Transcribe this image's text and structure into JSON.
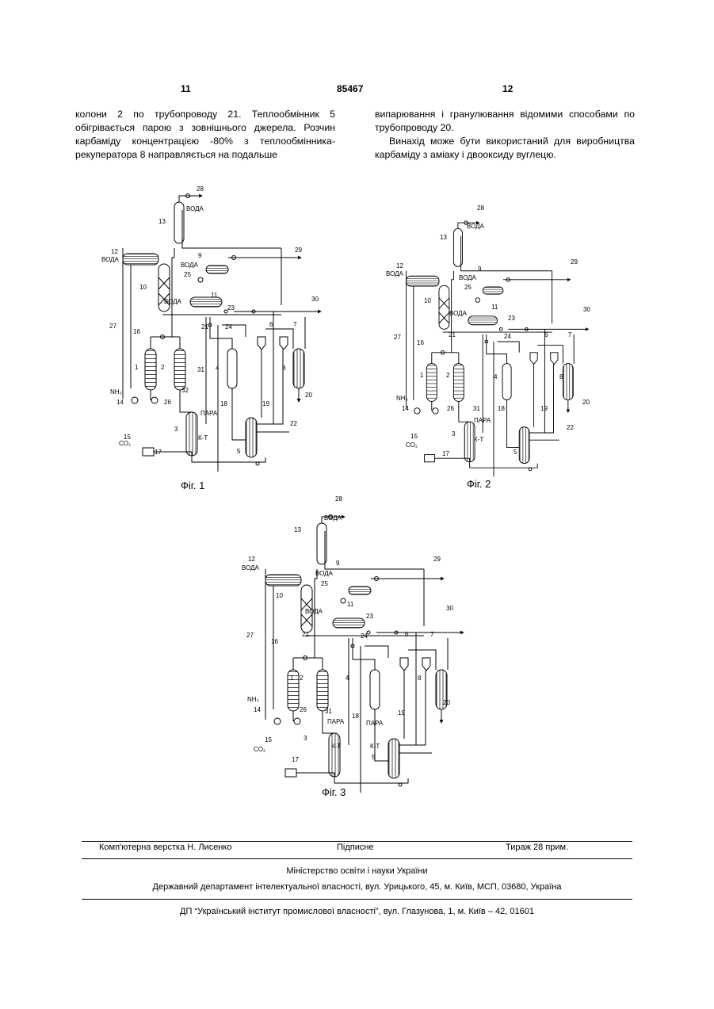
{
  "header": {
    "page_left": "11",
    "patent_number": "85467",
    "page_right": "12"
  },
  "body": {
    "left_column": "колони 2 по трубопроводу 21. Теплообмінник 5 обігрівається парою з зовнішнього джерела. Розчин карбаміду концентрацією -80% з теплообмінника-рекуператора 8 направляється на подальше",
    "right_column_p1": "випарювання і гранулювання відомими способами по трубопроводу 20.",
    "right_column_p2": "Винахід може бути використаний для виробництва карбаміду з аміаку і двооксиду вуглецю."
  },
  "figures": {
    "labels": {
      "water": "ВОДА",
      "steam": "ПАРА",
      "kt": "К-Т",
      "nh3": "NH₃",
      "co2": "CO₂",
      "n1": "1",
      "n2": "2",
      "n3": "3",
      "n4": "4",
      "n5": "5",
      "n6": "6",
      "n7": "7",
      "n8": "8",
      "n9": "9",
      "n10": "10",
      "n11": "11",
      "n12": "12",
      "n13": "13",
      "n14": "14",
      "n15": "15",
      "n16": "16",
      "n17": "17",
      "n18": "18",
      "n19": "19",
      "n20": "20",
      "n21": "21",
      "n22": "22",
      "n23": "23",
      "n24": "24",
      "n25": "25",
      "n26": "26",
      "n27": "27",
      "n28": "28",
      "n29": "29",
      "n30": "30",
      "n31": "31",
      "n32": "32"
    },
    "captions": {
      "fig1": "Фіг. 1",
      "fig2": "Фіг. 2",
      "fig3": "Фіг. 3"
    }
  },
  "footer": {
    "layout_credit": "Комп'ютерна верстка Н. Лисенко",
    "subscription": "Підписне",
    "circulation": "Тираж 28 прим.",
    "ministry": "Міністерство освіти і науки України",
    "department": "Державний департамент інтелектуальної власності, вул. Урицького, 45, м. Київ, МСП, 03680, Україна",
    "institute": "ДП “Український інститут промислової власності”, вул. Глазунова, 1, м. Київ – 42, 01601"
  }
}
